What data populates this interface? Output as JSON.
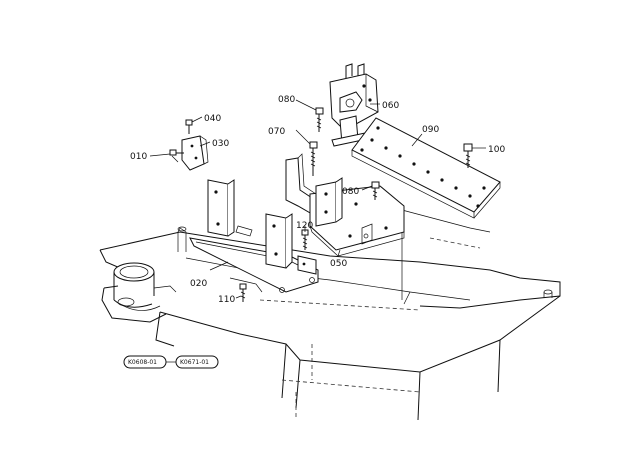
{
  "diagram": {
    "part_labels": [
      {
        "id": "p010",
        "text": "010"
      },
      {
        "id": "p020",
        "text": "020"
      },
      {
        "id": "p030",
        "text": "030"
      },
      {
        "id": "p040",
        "text": "040"
      },
      {
        "id": "p050",
        "text": "050"
      },
      {
        "id": "p060",
        "text": "060"
      },
      {
        "id": "p070",
        "text": "070"
      },
      {
        "id": "p080a",
        "text": "080"
      },
      {
        "id": "p080b",
        "text": "080"
      },
      {
        "id": "p090",
        "text": "090"
      },
      {
        "id": "p100",
        "text": "100"
      },
      {
        "id": "p110",
        "text": "110"
      },
      {
        "id": "p120",
        "text": "120"
      }
    ],
    "references": [
      {
        "id": "ref1",
        "text": "K0608-01"
      },
      {
        "id": "ref2",
        "text": "K0671-01"
      }
    ]
  }
}
